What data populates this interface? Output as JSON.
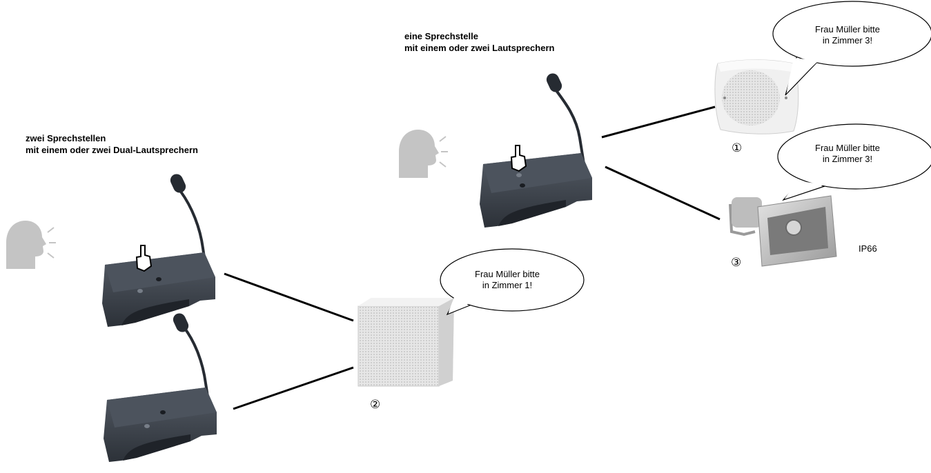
{
  "headings": {
    "left_line1": "zwei Sprechstellen",
    "left_line2": "mit einem oder zwei Dual-Lautsprechern",
    "right_line1": "eine Sprechstelle",
    "right_line2": "mit einem oder zwei Lautsprechern"
  },
  "bubbles": {
    "top_line1": "Frau Müller bitte",
    "top_line2": "in Zimmer 3!",
    "mid_line1": "Frau Müller bitte",
    "mid_line2": "in Zimmer 3!",
    "low_line1": "Frau Müller bitte",
    "low_line2": "in Zimmer 1!"
  },
  "labels": {
    "num1": "①",
    "num2": "②",
    "num3": "③",
    "ip": "IP66"
  },
  "colors": {
    "station": "#3f4650",
    "station_dark": "#262b32",
    "speaker_face": "#e9e9e9",
    "head": "#c4c4c4",
    "line": "#000000"
  },
  "icons": [
    "speaking-head-icon",
    "finger-press-icon",
    "microphone-icon",
    "wall-speaker-icon",
    "horn-speaker-icon"
  ]
}
